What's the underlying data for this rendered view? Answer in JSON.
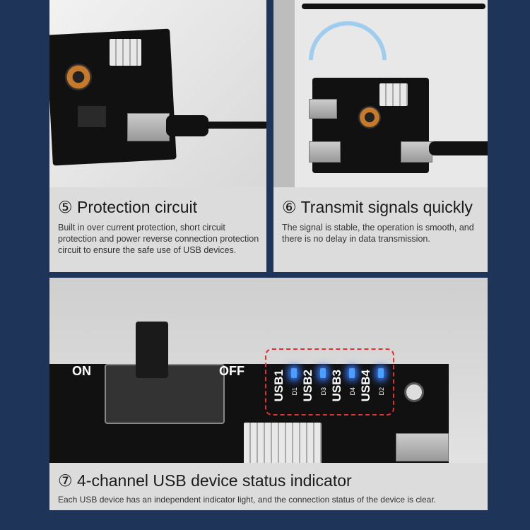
{
  "features": [
    {
      "title": "⑤ Protection circuit",
      "description": "Built in over current protection, short circuit protection and power reverse connection protection circuit to ensure the safe use of USB devices."
    },
    {
      "title": "⑥ Transmit signals quickly",
      "description": "The signal is stable, the operation is smooth, and there is no delay in data transmission."
    },
    {
      "title": "⑦ 4-channel USB device status indicator",
      "description": "Each USB device has an independent indicator light, and the connection status of the device is clear."
    }
  ],
  "board_labels": {
    "on": "ON",
    "off": "OFF",
    "ports": [
      "USB1",
      "USB2",
      "USB3",
      "USB4"
    ],
    "leds": [
      "D1",
      "D3",
      "D4",
      "D2"
    ]
  },
  "colors": {
    "background": "#1f3459",
    "panel": "#dcdcdc",
    "highlight": "#e03030",
    "led": "#3a7cff"
  }
}
